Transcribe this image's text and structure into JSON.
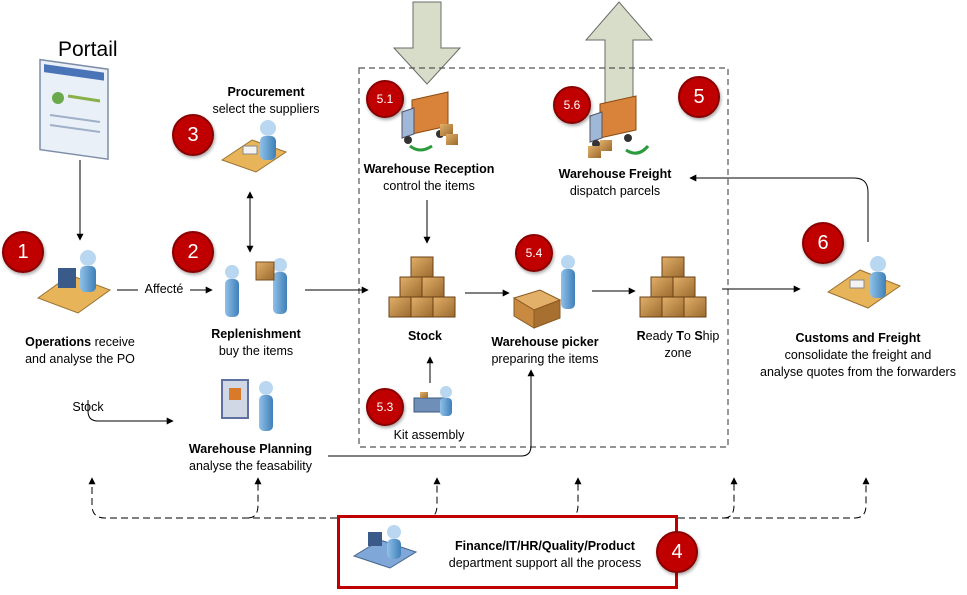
{
  "portal": {
    "title": "Portail"
  },
  "badges": {
    "b1": "1",
    "b2": "2",
    "b3": "3",
    "b4": "4",
    "b5": "5",
    "b6": "6",
    "b51": "5.1",
    "b53": "5.3",
    "b54": "5.4",
    "b56": "5.6"
  },
  "operations": {
    "title": "Operations",
    "rest": " receive",
    "line2": "and analyse the PO"
  },
  "procurement": {
    "title": "Procurement",
    "line2": "select the suppliers"
  },
  "replenishment": {
    "title": "Replenishment",
    "line2": "buy the items"
  },
  "planning": {
    "title": "Warehouse Planning",
    "line2": "analyse the feasability"
  },
  "reception": {
    "title": "Warehouse Reception",
    "line2": "control the items"
  },
  "freight": {
    "title": "Warehouse Freight",
    "line2": "dispatch parcels"
  },
  "stock": {
    "title": "Stock"
  },
  "kit": {
    "label": "Kit assembly"
  },
  "picker": {
    "title": "Warehouse picker",
    "line2": "preparing the items"
  },
  "rts": {
    "r": "R",
    "eady": "eady ",
    "t": "T",
    "o": "o ",
    "s": "S",
    "hip": "hip",
    "line2": "zone"
  },
  "customs": {
    "title": "Customs and Freight",
    "line2": "consolidate the freight and",
    "line3": "analyse quotes from the forwarders"
  },
  "finance": {
    "title": "Finance/IT/HR/Quality/Product",
    "line2": "department support all the process"
  },
  "edges": {
    "affecte": "Affecté",
    "stock_flow": "Stock"
  },
  "colors": {
    "badge": "#c00000",
    "big_arrow": "#d7ddc8",
    "finance_border": "#c00000"
  }
}
